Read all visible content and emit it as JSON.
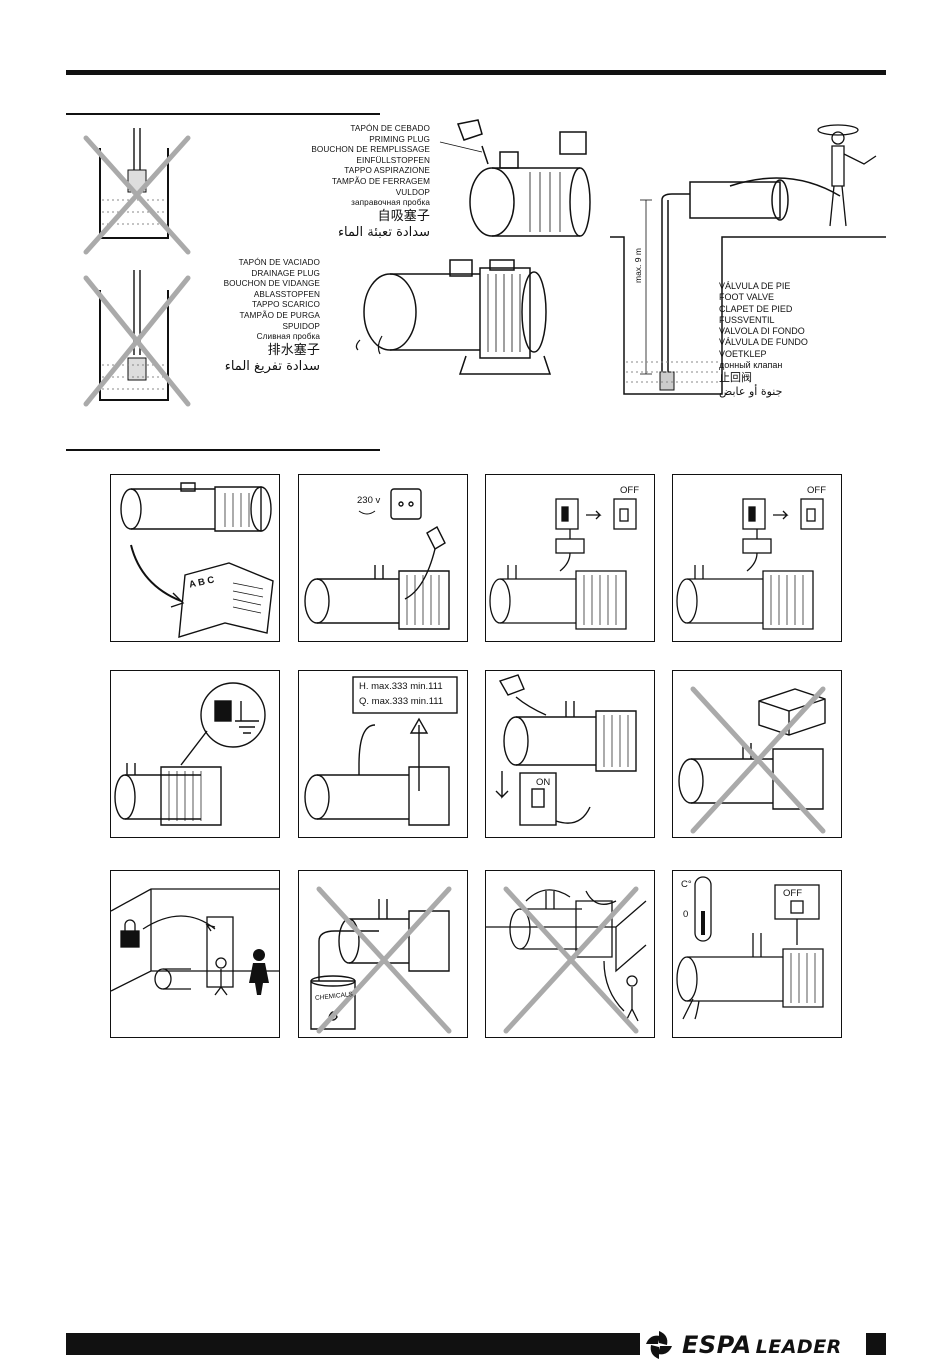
{
  "priming_labels": [
    "TAPÓN DE CEBADO",
    "PRIMING PLUG",
    "BOUCHON DE REMPLISSAGE",
    "EINFÜLLSTOPFEN",
    "TAPPO ASPIRAZIONE",
    "TAMPÃO DE FERRAGEM",
    "VULDOP",
    "заправочная пробка",
    "自吸塞子",
    "سدادة تعبئة الماء"
  ],
  "drain_labels": [
    "TAPÓN DE VACIADO",
    "DRAINAGE PLUG",
    "BOUCHON DE VIDANGE",
    "ABLASSTOPFEN",
    "TAPPO SCARICO",
    "TAMPÃO DE PURGA",
    "SPUIDOP",
    "Сливная пробка",
    "排水塞子",
    "سدادة تفريغ الماء"
  ],
  "foot_valve_labels": [
    "VÁLVULA DE PIE",
    "FOOT VALVE",
    "CLAPET DE PIED",
    "FUSSVENTIL",
    "VALVOLA DI FONDO",
    "VÁLVULA DE FUNDO",
    "VOETKLEP",
    "донный клапан",
    "止回阀",
    "جنوة أو عابض"
  ],
  "depth_label": "max. 9 m",
  "panels": {
    "voltage": "230 v",
    "switch_off": "OFF",
    "switch_off_2": "OFF",
    "switch_on": "ON",
    "head_max": "H. max.333 min.111",
    "flow_max": "Q. max.333 min.111",
    "chemicals": "CHEMICALS",
    "temp_unit": "C°",
    "temp_zero": "0",
    "temp_off": "OFF",
    "manual_text": "A B C"
  },
  "footer": {
    "brand": "ESPA",
    "product": "LEADER"
  }
}
